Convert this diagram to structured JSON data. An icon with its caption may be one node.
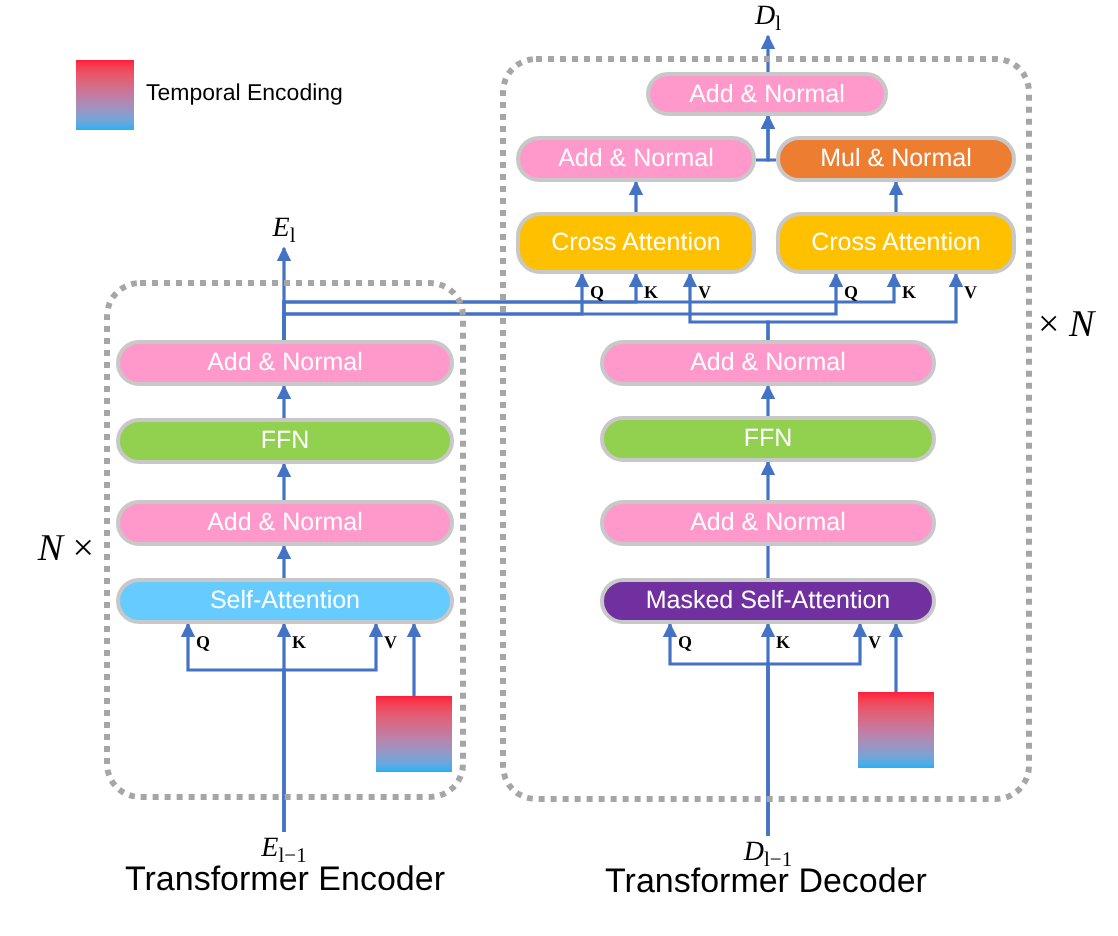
{
  "diagram": {
    "nodes": [
      {
        "text": [
          "Transformer Encoder"
        ],
        "beside": [
          "*N* ×"
        ]
      },
      {
        "text": [
          "Add & Normal"
        ],
        "in": 0
      },
      {
        "text": [
          "FFN"
        ],
        "in": 0
      },
      {
        "text": [
          "Add & Normal"
        ],
        "in": 0
      },
      {
        "text": [
          "Self-Attention"
        ],
        "in": 0
      },
      {
        "text": [],
        "shape": "box",
        "in": 0
      },
      {
        "text": [
          "*E*$_{l−1}$"
        ]
      },
      {
        "text": [
          "*E*$_{l}$"
        ]
      },
      {
        "text": [
          "Transformer Decoder"
        ],
        "beside": [
          "× *N*"
        ]
      },
      {
        "text": [
          "Add & Normal"
        ],
        "in": 8
      },
      {
        "text": [
          "Add & Normal"
        ],
        "in": 8
      },
      {
        "text": [
          "Mul & Normal"
        ],
        "in": 8
      },
      {
        "text": [
          "Cross Attention"
        ],
        "in": 8
      },
      {
        "text": [
          "Cross Attention"
        ],
        "in": 8
      },
      {
        "text": [
          "Add & Normal"
        ],
        "in": 8
      },
      {
        "text": [
          "FFN"
        ],
        "in": 8
      },
      {
        "text": [
          "Add & Normal"
        ],
        "in": 8
      },
      {
        "text": [
          "Masked Self-Attention"
        ],
        "in": 8
      },
      {
        "text": [],
        "shape": "box",
        "in": 8
      },
      {
        "text": [
          "*D*$_{l−1}$"
        ]
      },
      {
        "text": [
          "*D*$_{l}$"
        ]
      }
    ],
    "edges": [
      {
        "from": 6,
        "to": 4,
        "arrow": "to",
        "label": "K"
      },
      {
        "from": 6,
        "to": 4,
        "arrow": "to",
        "label": "Q"
      },
      {
        "from": 6,
        "to": 4,
        "arrow": "to",
        "label": "V"
      },
      {
        "from": 5,
        "to": 4,
        "arrow": "to"
      },
      {
        "from": 4,
        "to": 3,
        "arrow": "to"
      },
      {
        "from": 3,
        "to": 2,
        "arrow": "to"
      },
      {
        "from": 2,
        "to": 1,
        "arrow": "to"
      },
      {
        "from": 1,
        "to": 7,
        "arrow": "to"
      },
      {
        "from": 1,
        "to": 12,
        "arrow": "to",
        "label": "Q"
      },
      {
        "from": 1,
        "to": 12,
        "arrow": "to",
        "label": "K"
      },
      {
        "from": 14,
        "to": 12,
        "arrow": "to",
        "label": "V"
      },
      {
        "from": 1,
        "to": 13,
        "arrow": "to",
        "label": "Q"
      },
      {
        "from": 1,
        "to": 13,
        "arrow": "to",
        "label": "K"
      },
      {
        "from": 14,
        "to": 13,
        "arrow": "to",
        "label": "V"
      },
      {
        "from": 12,
        "to": 10,
        "arrow": "to"
      },
      {
        "from": 13,
        "to": 11,
        "arrow": "to"
      },
      {
        "from": 10,
        "to": 9,
        "arrow": "to"
      },
      {
        "from": 11,
        "to": 9,
        "arrow": "to"
      },
      {
        "from": 9,
        "to": 20,
        "arrow": "to"
      },
      {
        "from": 19,
        "to": 17,
        "arrow": "to",
        "label": "K"
      },
      {
        "from": 19,
        "to": 17,
        "arrow": "to",
        "label": "Q"
      },
      {
        "from": 19,
        "to": 17,
        "arrow": "to",
        "label": "V"
      },
      {
        "from": 18,
        "to": 17,
        "arrow": "to"
      },
      {
        "from": 17,
        "to": 16,
        "arrow": "none"
      },
      {
        "from": 16,
        "to": 15,
        "arrow": "to"
      },
      {
        "from": 15,
        "to": 14,
        "arrow": "to"
      }
    ],
    "legend": [
      {
        "text": "Temporal Encoding"
      }
    ]
  }
}
